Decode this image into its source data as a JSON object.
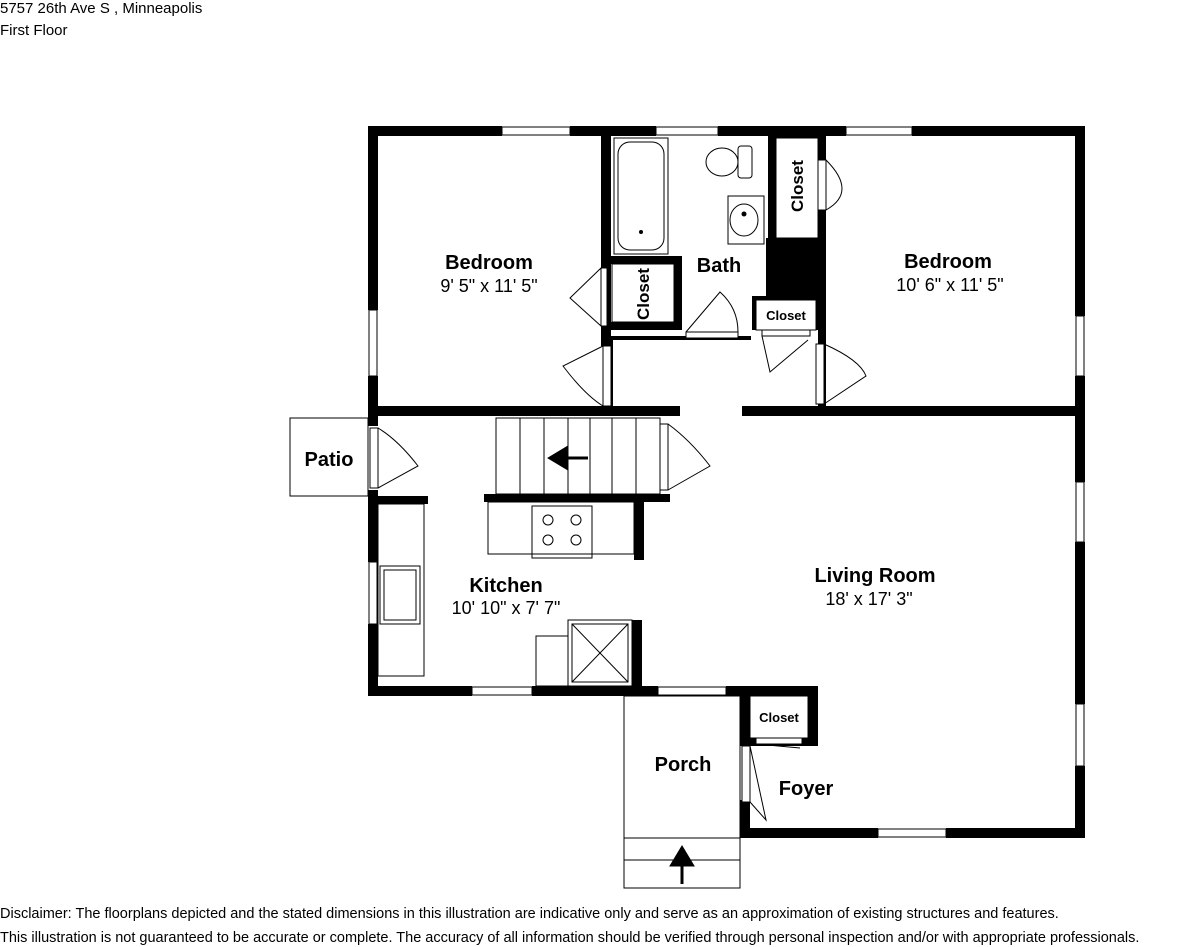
{
  "header": {
    "address": "5757 26th Ave S , Minneapolis",
    "floor": "First Floor"
  },
  "rooms": {
    "bedroom_left": {
      "name": "Bedroom",
      "dims": "9' 5\" x 11' 5\""
    },
    "bedroom_right": {
      "name": "Bedroom",
      "dims": "10' 6\" x 11' 5\""
    },
    "bath": {
      "name": "Bath"
    },
    "closet_bath_top": {
      "name": "Closet"
    },
    "closet_bath_left": {
      "name": "Closet"
    },
    "closet_small": {
      "name": "Closet"
    },
    "closet_foyer": {
      "name": "Closet"
    },
    "patio": {
      "name": "Patio"
    },
    "kitchen": {
      "name": "Kitchen",
      "dims": "10' 10\" x 7' 7\""
    },
    "living_room": {
      "name": "Living Room",
      "dims": "18' x 17' 3\""
    },
    "porch": {
      "name": "Porch"
    },
    "foyer": {
      "name": "Foyer"
    }
  },
  "disclaimer": {
    "line1": "Disclaimer: The floorplans depicted and the stated dimensions in this illustration are indicative only and serve as an approximation of existing structures and features.",
    "line2": "This illustration is not guaranteed to be accurate or complete. The accuracy of all information should be verified through personal inspection and/or with appropriate professionals."
  }
}
